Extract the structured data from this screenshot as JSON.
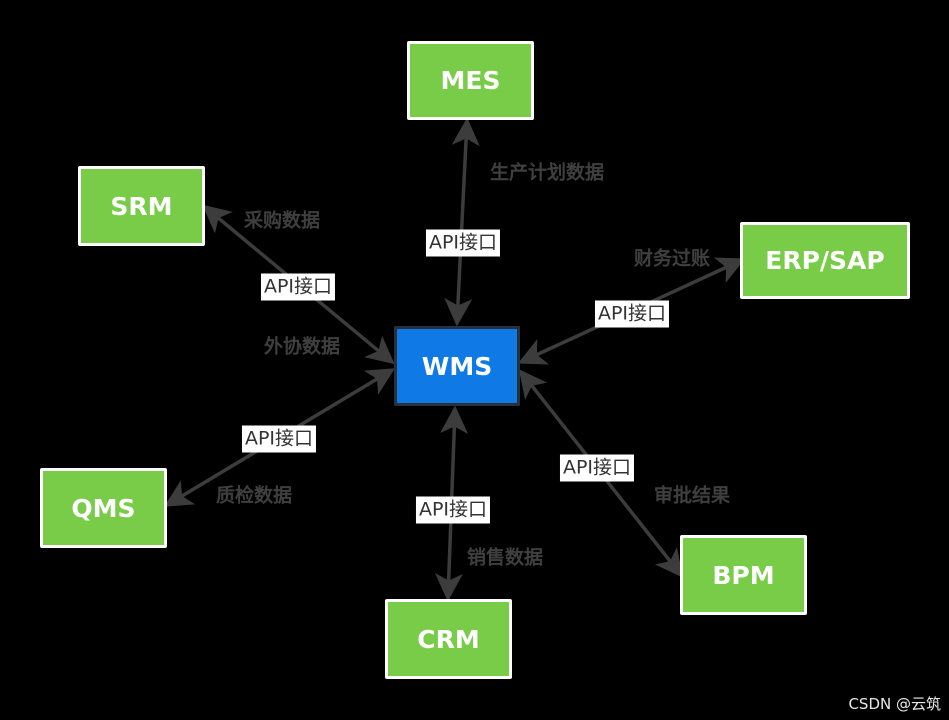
{
  "diagram": {
    "center": {
      "id": "wms",
      "label": "WMS",
      "color": "#0f7ae5"
    },
    "systems": [
      {
        "id": "mes",
        "label": "MES",
        "color": "#78cc48"
      },
      {
        "id": "srm",
        "label": "SRM",
        "color": "#78cc48"
      },
      {
        "id": "erp",
        "label": "ERP/SAP",
        "color": "#78cc48"
      },
      {
        "id": "qms",
        "label": "QMS",
        "color": "#78cc48"
      },
      {
        "id": "crm",
        "label": "CRM",
        "color": "#78cc48"
      },
      {
        "id": "bpm",
        "label": "BPM",
        "color": "#78cc48"
      }
    ],
    "connections": [
      {
        "from": "wms",
        "to": "mes",
        "interface": "API接口",
        "data_flows": [
          "生产计划数据"
        ],
        "bidirectional": true
      },
      {
        "from": "wms",
        "to": "srm",
        "interface": "API接口",
        "data_flows": [
          "采购数据",
          "外协数据"
        ],
        "bidirectional": true
      },
      {
        "from": "wms",
        "to": "erp",
        "interface": "API接口",
        "data_flows": [
          "财务过账"
        ],
        "bidirectional": true
      },
      {
        "from": "wms",
        "to": "qms",
        "interface": "API接口",
        "data_flows": [
          "质检数据"
        ],
        "bidirectional": true
      },
      {
        "from": "wms",
        "to": "crm",
        "interface": "API接口",
        "data_flows": [
          "销售数据"
        ],
        "bidirectional": true
      },
      {
        "from": "wms",
        "to": "bpm",
        "interface": "API接口",
        "data_flows": [
          "审批结果"
        ],
        "bidirectional": true
      }
    ],
    "arrow_color": "#3c3c3c"
  },
  "watermark": "CSDN @云筑"
}
